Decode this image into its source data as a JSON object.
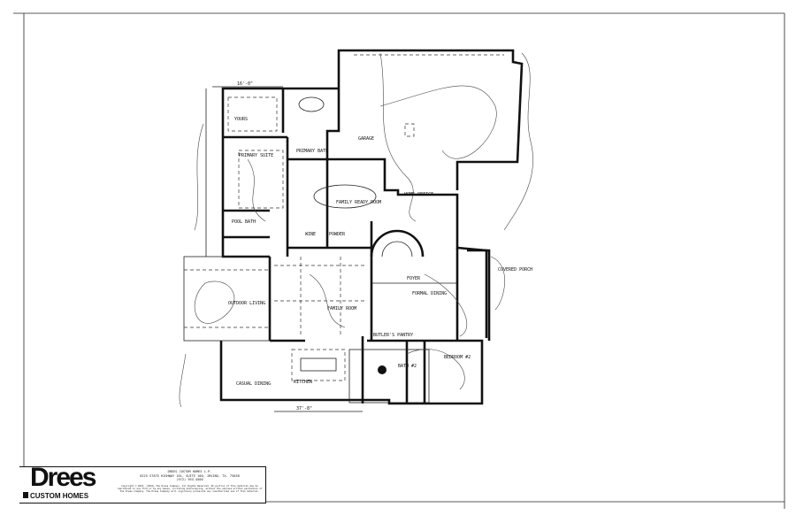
{
  "title_block": {
    "logo_main": "Drees",
    "logo_sub": "CUSTOM HOMES",
    "company": "DREES CUSTOM HOMES L.P.",
    "address": "6225 STATE HIGHWAY 161, SUITE 100, IRVING, TX. 75038",
    "phone": "(972) 953-4500",
    "copyright": "Copyright © 2022, (2022) The Drees Company. All Rights Reserved. No portion of this material may be reproduced in any form or by any means, including photocopying, without the express written permission of the Drees Company. The Drees Company will vigorously prosecute any unauthorized use of this material."
  },
  "rooms": {
    "garage": "GARAGE",
    "primary_suite": "PRIMARY SUITE",
    "primary_bath": "PRIMARY BATH",
    "closet": "YOURS",
    "family_ready_room": "FAMILY READY ROOM",
    "home_office": "HOME OFFICE",
    "powder": "POWDER",
    "wine": "WINE",
    "pool_bath": "POOL BATH",
    "outdoor_living": "OUTDOOR LIVING",
    "family_room": "FAMILY ROOM",
    "foyer": "FOYER",
    "formal_dining": "FORMAL DINING",
    "covered_porch": "COVERED PORCH",
    "bedroom_2": "BEDROOM #2",
    "bath_2": "BATH #2",
    "kitchen": "KITCHEN",
    "casual_dining": "CASUAL DINING",
    "pantry": "BUTLER'S PANTRY"
  },
  "dimensions": {
    "top": "16'-0\"",
    "bottom": "37'-8\""
  }
}
